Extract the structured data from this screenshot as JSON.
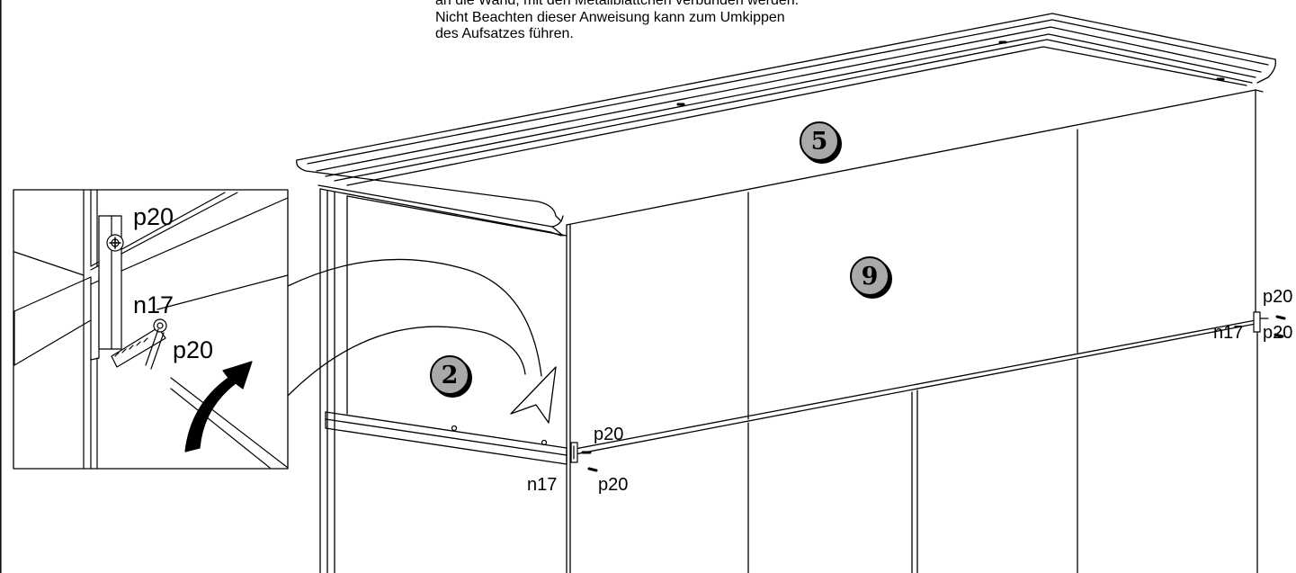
{
  "instruction": {
    "lines": [
      "an die Wand, mit den Metallblättchen verbunden werden.",
      "Nicht Beachten dieser Anweisung kann zum Umkippen",
      "des Aufsatzes führen."
    ]
  },
  "part_badges": {
    "top_panel": "5",
    "back_panel": "9",
    "side_panel": "2"
  },
  "detail_labels": {
    "screw_top": "p20",
    "bracket": "n17",
    "screw_wall": "p20"
  },
  "left_connection": {
    "screw_top": "p20",
    "bracket": "n17",
    "screw_bottom": "p20"
  },
  "right_connection": {
    "screw_top": "p20",
    "bracket": "n17",
    "screw_bottom": "p20"
  }
}
